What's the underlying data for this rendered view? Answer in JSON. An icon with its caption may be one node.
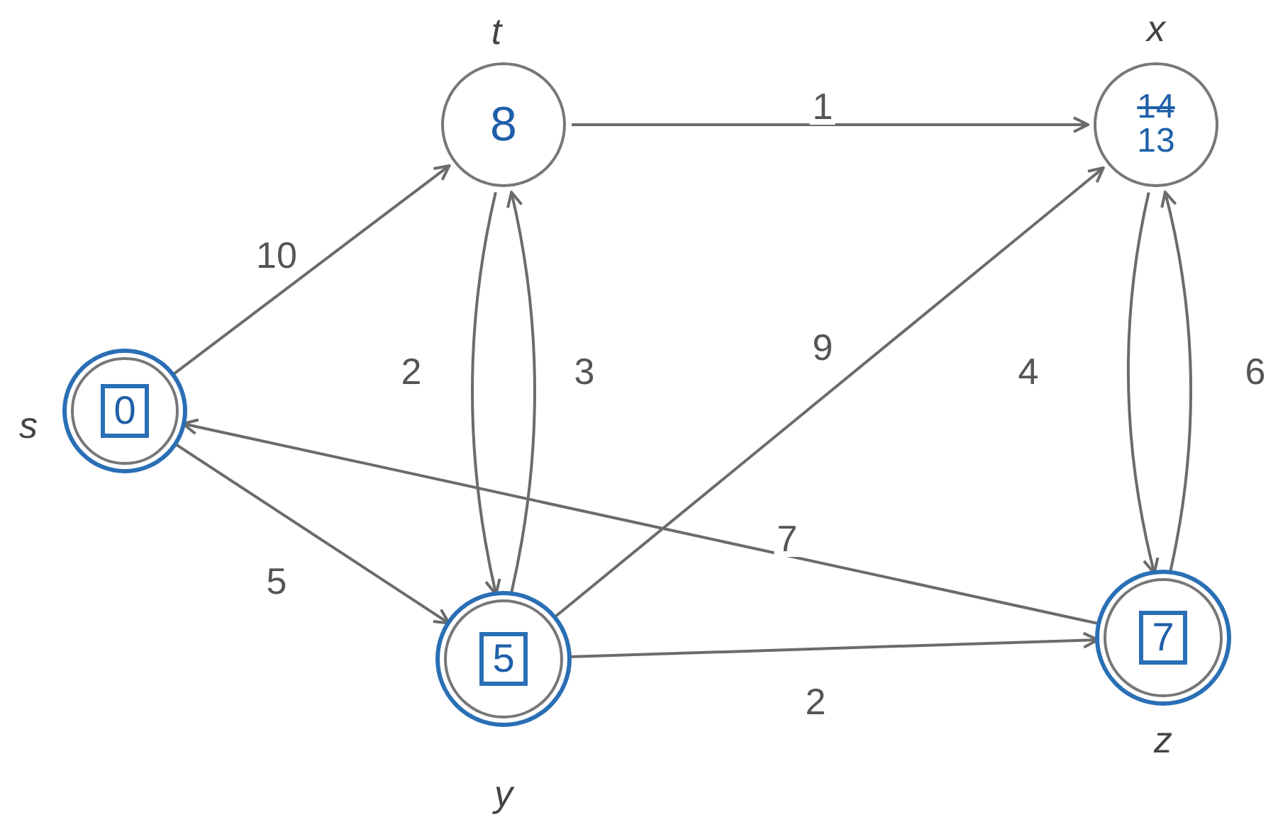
{
  "diagram": {
    "nodes": [
      {
        "text": [
          "0"
        ],
        "beside": [
          "s"
        ]
      },
      {
        "text": [
          "8"
        ],
        "beside": [
          "t"
        ]
      },
      {
        "text": [
          "14",
          "13"
        ],
        "beside": [
          "x"
        ]
      },
      {
        "text": [
          "5"
        ],
        "beside": [
          "y"
        ]
      },
      {
        "text": [
          "7"
        ],
        "beside": [
          "z"
        ]
      }
    ],
    "edges": [
      {
        "from": 0,
        "to": 1,
        "arrow": "to",
        "label": "10"
      },
      {
        "from": 0,
        "to": 3,
        "arrow": "to",
        "label": "5"
      },
      {
        "from": 1,
        "to": 2,
        "arrow": "to",
        "label": "1"
      },
      {
        "from": 1,
        "to": 3,
        "arrow": "to",
        "label": "2"
      },
      {
        "from": 3,
        "to": 1,
        "arrow": "to",
        "label": "3"
      },
      {
        "from": 3,
        "to": 2,
        "arrow": "to",
        "label": "9"
      },
      {
        "from": 3,
        "to": 4,
        "arrow": "to",
        "label": "2"
      },
      {
        "from": 2,
        "to": 4,
        "arrow": "to",
        "label": "4"
      },
      {
        "from": 4,
        "to": 2,
        "arrow": "to",
        "label": "6"
      },
      {
        "from": 4,
        "to": 0,
        "arrow": "to",
        "label": "7"
      }
    ]
  }
}
